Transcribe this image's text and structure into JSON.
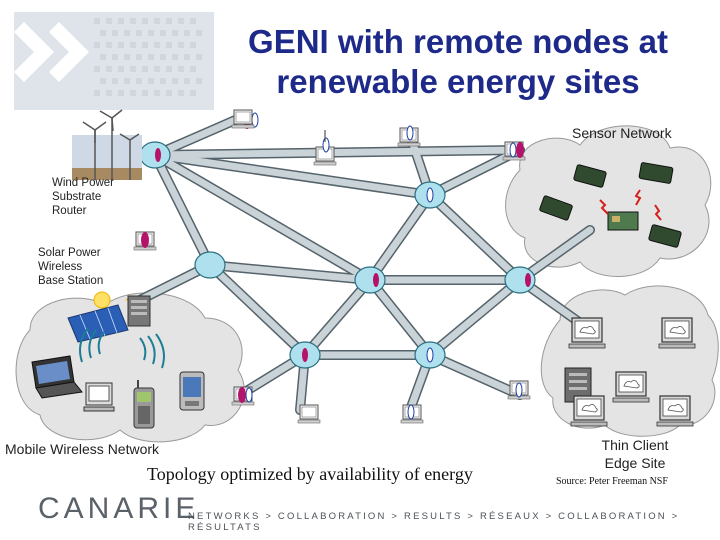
{
  "title": {
    "line1": "GENI with remote nodes at",
    "line2": "renewable energy sites"
  },
  "labels": {
    "sensor_network": "Sensor Network",
    "wind_power_1": "Wind Power",
    "wind_power_2": "Substrate",
    "wind_power_3": "Router",
    "solar_power_1": "Solar Power",
    "solar_power_2": "Wireless",
    "solar_power_3": "Base Station",
    "mobile_wireless": "Mobile Wireless Network",
    "thin_client_1": "Thin Client",
    "thin_client_2": "Edge Site",
    "topology": "Topology optimized by availability of energy",
    "source": "Source: Peter Freeman NSF"
  },
  "footer": {
    "logo": "CANARIE",
    "tagline": "NETWORKS > COLLABORATION > RESULTS > RÉSEAUX > COLLABORATION > RÉSULTATS"
  },
  "colors": {
    "title": "#1e2a8a",
    "pipe": "#c9d3d8",
    "pipe_edge": "#55636b",
    "router": "#aee0ee",
    "cloud": "#e4e4e4",
    "node_magenta": "#b5126a",
    "node_blue": "#1c3fa8"
  },
  "icons": [
    "wind-turbine-icon",
    "solar-panel-icon",
    "server-icon",
    "computer-icon",
    "laptop-icon",
    "phone-icon",
    "pda-icon",
    "sensor-board-icon",
    "router-icon"
  ]
}
